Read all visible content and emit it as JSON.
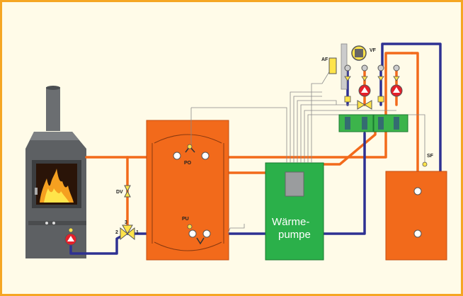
{
  "colors": {
    "frame_border": "#f5a623",
    "background": "#fffbe8",
    "storage_tank": "#f26a1b",
    "heat_pump": "#2bb04a",
    "hot_pipe": "#f26a1b",
    "cold_pipe": "#2e3192",
    "stove_body": "#5d6063",
    "manifold": "#3cb44b",
    "pump_red": "#e4202a"
  },
  "heat_pump": {
    "label_line1": "Wärme-",
    "label_line2": "pumpe"
  },
  "sensors": {
    "po": "PO",
    "pu": "PU",
    "sf": "SF",
    "vf": "VF",
    "af": "AF"
  },
  "valves": {
    "dv": "DV",
    "port_1": "1",
    "port_2": "2",
    "port_3": "3"
  }
}
